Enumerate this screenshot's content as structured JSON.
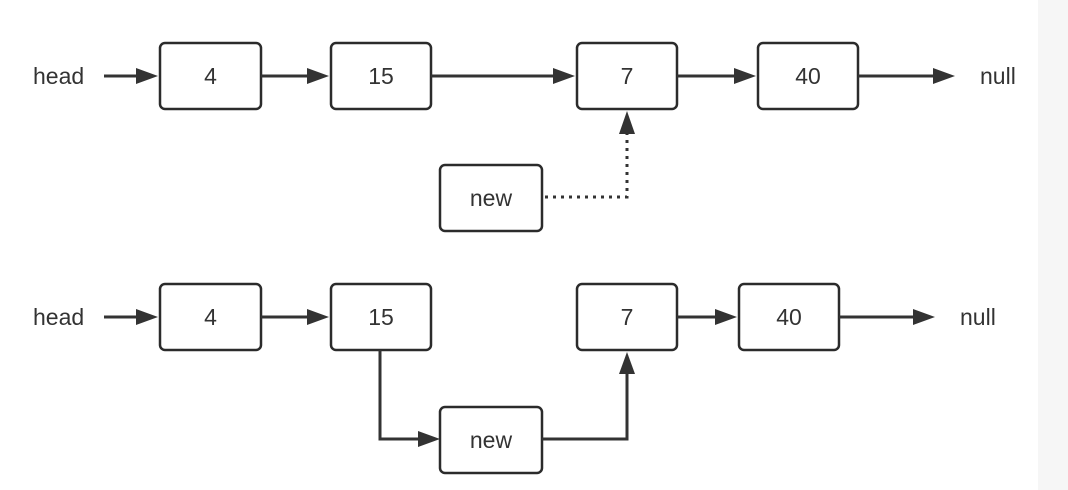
{
  "diagram_before": {
    "head_label": "head",
    "null_label": "null",
    "nodes": [
      "4",
      "15",
      "7",
      "40"
    ],
    "new_node": "new"
  },
  "diagram_after": {
    "head_label": "head",
    "null_label": "null",
    "nodes": [
      "4",
      "15",
      "7",
      "40"
    ],
    "new_node": "new"
  },
  "colors": {
    "stroke": "#2b2b2b",
    "text": "#333333",
    "background": "#ffffff",
    "margin": "#f6f6f6"
  }
}
